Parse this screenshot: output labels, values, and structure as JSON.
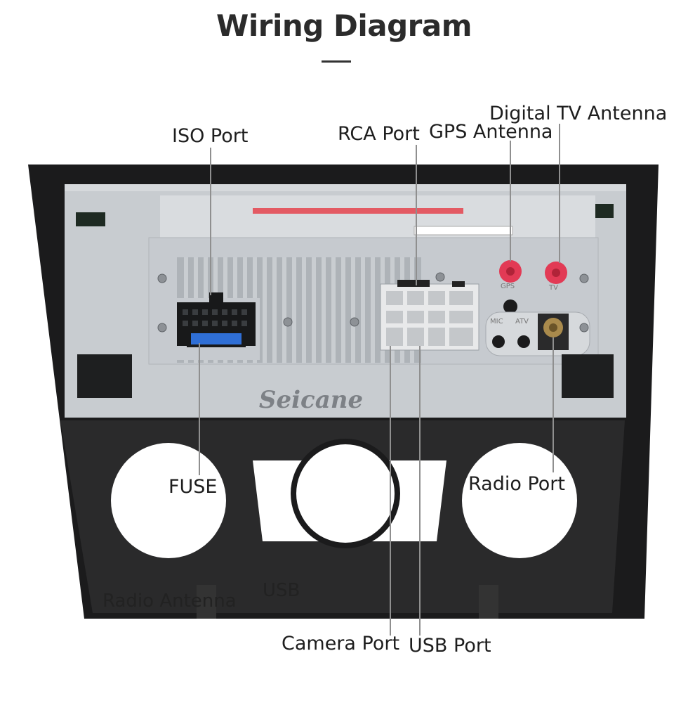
{
  "title": "Wiring Diagram",
  "brand": "Seicane",
  "labels": {
    "iso_port": "ISO Port",
    "rca_port": "RCA Port",
    "gps_antenna": "GPS Antenna",
    "digital_tv_antenna": "Digital TV Antenna",
    "fuse": "FUSE",
    "radio_port": "Radio Port",
    "radio_antenna": "Radio Antenna",
    "usb": "USB",
    "camera_port": "Camera Port",
    "usb_port": "USB Port"
  },
  "connector_marks": {
    "gps": "GPS",
    "tv": "TV",
    "mic": "MIC",
    "atv": "ATV"
  },
  "colors": {
    "housing": "#c9cdd1",
    "bezel": "#1b1b1c",
    "antenna_jack": "#e23a55",
    "fuse": "#2f6fd6"
  }
}
